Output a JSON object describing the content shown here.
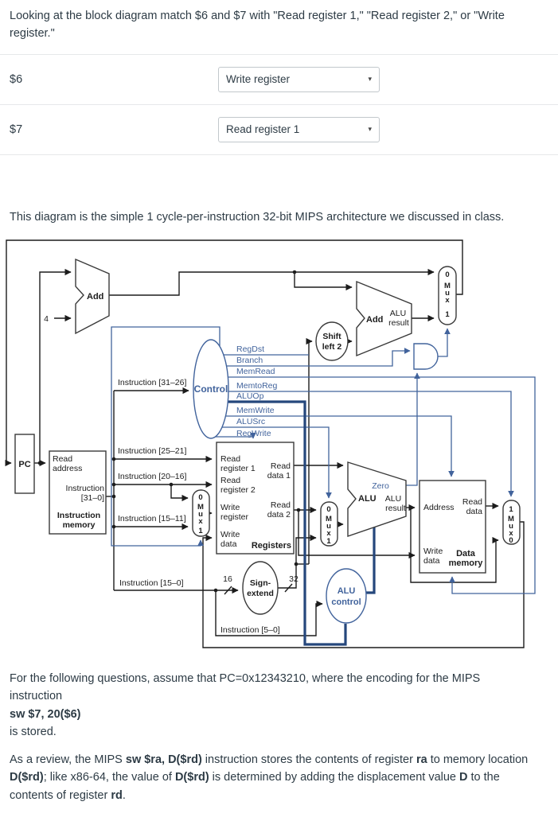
{
  "question": {
    "prompt": "Looking at the block diagram match $6 and $7 with \"Read register 1,\" \"Read register 2,\" or \"Write register.\""
  },
  "matches": [
    {
      "label": "$6",
      "selected": "Write register"
    },
    {
      "label": "$7",
      "selected": "Read register 1"
    }
  ],
  "caret": "▾",
  "intro": "This diagram is the simple 1 cycle-per-instruction 32-bit MIPS architecture we discussed in class.",
  "followup": {
    "line1": "For the following questions, assume that PC=0x12343210, where the encoding for the MIPS",
    "line2": "instruction",
    "line3": "sw $7, 20($6)",
    "line4": "is stored."
  },
  "review": {
    "s1": "As a review, the MIPS ",
    "s2": "sw $ra, D($rd)",
    "s3": " instruction stores the contents of register ",
    "s4": "ra",
    "s5": " to memory location ",
    "s6": "D($rd)",
    "s7": "; like x86-64, the value of ",
    "s8": "D($rd)",
    "s9": " is determined by adding the displacement value ",
    "s10": "D",
    "s11": " to the contents of register ",
    "s12": "rd",
    "s13": "."
  },
  "colors": {
    "control_blue": "#41639c",
    "highlight_blue": "#25477c",
    "wire_black": "#1c1c1c",
    "text": "#2D3B45"
  },
  "diagram": {
    "labels": {
      "pc": "PC",
      "read_addr1": "Read",
      "read_addr2": "address",
      "instr_out1": "Instruction",
      "instr_out2": "[31–0]",
      "imem1": "Instruction",
      "imem2": "memory",
      "i3126": "Instruction [31–26]",
      "i2521": "Instruction [25–21]",
      "i2016": "Instruction [20–16]",
      "i1511": "Instruction [15–11]",
      "i150": "Instruction [15–0]",
      "i50": "Instruction [5–0]",
      "control": "Control",
      "regdst": "RegDst",
      "branch": "Branch",
      "memread": "MemRead",
      "memtoreg": "MemtoReg",
      "aluop": "ALUOp",
      "memwrite": "MemWrite",
      "alusrc": "ALUSrc",
      "regwrite": "RegWrite",
      "add1": "Add",
      "four": "4",
      "shift1": "Shift",
      "shift2": "left 2",
      "add2": "Add",
      "add2_alu": "ALU",
      "add2_res": "result",
      "mux_m": "M",
      "mux_u": "u",
      "mux_x": "x",
      "zero_in": "0",
      "one_in": "1",
      "rr1a": "Read",
      "rr1b": "register 1",
      "rr2a": "Read",
      "rr2b": "register 2",
      "wra": "Write",
      "wrb": "register",
      "wda": "Write",
      "wdb": "data",
      "rd1a": "Read",
      "rd1b": "data 1",
      "rd2a": "Read",
      "rd2b": "data 2",
      "registers": "Registers",
      "sign1": "Sign-",
      "sign2": "extend",
      "n16": "16",
      "n32": "32",
      "alu_big": "ALU",
      "zero": "Zero",
      "alu_small": "ALU",
      "alu_res": "result",
      "aluc1": "ALU",
      "aluc2": "control",
      "dm_addr": "Address",
      "dm_rd1": "Read",
      "dm_rd2": "data",
      "dm_wd1": "Write",
      "dm_wd2": "data",
      "dm1": "Data",
      "dm2": "memory"
    }
  }
}
